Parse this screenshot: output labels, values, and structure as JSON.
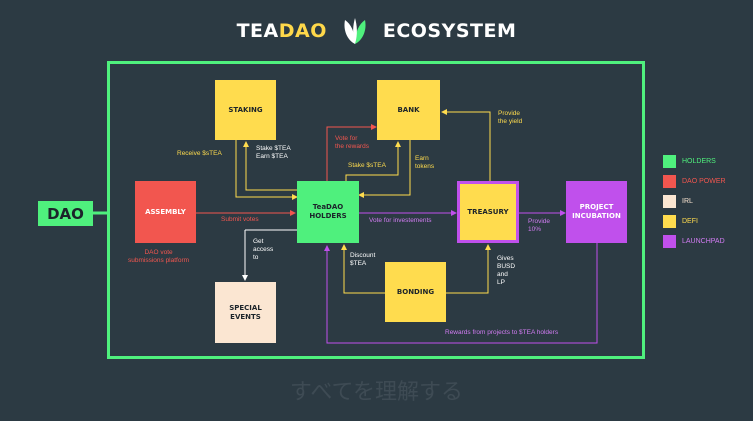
{
  "header": {
    "part_tea": "TEA",
    "part_dao": "DAO",
    "part_ecosystem": "ECOSYSTEM",
    "logo_icon": "teadao-leaf-icon"
  },
  "colors": {
    "holders": "#4ff07d",
    "dao_power": "#f2564f",
    "irl": "#fbe6d2",
    "defi": "#ffdc4e",
    "launchpad": "#c050ec",
    "background": "#2c3a43"
  },
  "nodes": {
    "dao": "DAO",
    "assembly": "ASSEMBLY",
    "staking": "STAKING",
    "bank": "BANK",
    "holders": "TeaDAO\nHOLDERS",
    "treasury": "TREASURY",
    "project_incubation": "PROJECT\nINCUBATION",
    "special_events": "SPECIAL\nEVENTS",
    "bonding": "BONDING"
  },
  "labels": {
    "receive_stea": "Receive $sTEA",
    "stake_earn": "Stake $TEA\nEarn $TEA",
    "vote_rewards": "Vote for\nthe rewards",
    "stake_stea": "Stake $sTEA",
    "earn_tokens": "Earn\ntokens",
    "provide_yield": "Provide\nthe yield",
    "submit_votes": "Submit votes",
    "vote_investements": "Vote for investements",
    "provide_10": "Provide\n10%",
    "assembly_desc": "DAO vote\nsubmissions platform",
    "get_access": "Get\naccess\nto",
    "discount_stea": "Discount\n$TEA",
    "gives_busd": "Gives\nBUSD\nand\nLP",
    "rewards_projects": "Rewards from projects to $TEA holders"
  },
  "legend": [
    {
      "label": "HOLDERS",
      "color": "#4ff07d"
    },
    {
      "label": "DAO POWER",
      "color": "#f2564f"
    },
    {
      "label": "IRL",
      "color": "#fbe6d2"
    },
    {
      "label": "DEFI",
      "color": "#ffdc4e"
    },
    {
      "label": "LAUNCHPAD",
      "color": "#c050ec"
    }
  ],
  "watermark": "すべてを理解する"
}
